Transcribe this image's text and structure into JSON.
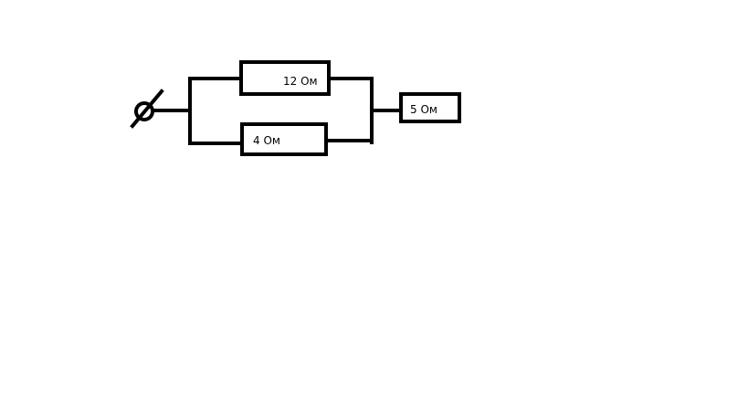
{
  "resistors": {
    "r1": {
      "label": "12 Ом"
    },
    "r2": {
      "label": "4 Ом"
    },
    "r3": {
      "label": "5 Ом"
    }
  },
  "colors": {
    "line": "#000000",
    "background": "#ffffff"
  },
  "icons": {
    "terminal": "input-terminal-icon"
  }
}
